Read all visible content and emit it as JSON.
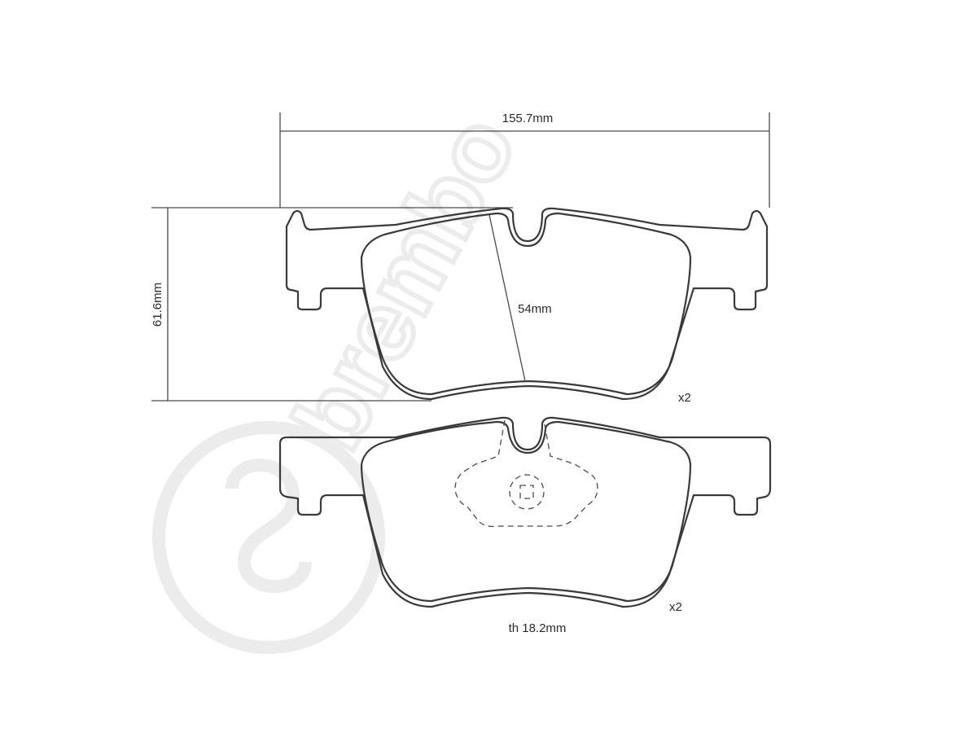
{
  "dimensions": {
    "width_label": "155.7mm",
    "height_label": "61.6mm",
    "inner_label": "54mm",
    "thickness_label": "th 18.2mm"
  },
  "quantities": {
    "top_pad_qty": "x2",
    "bottom_pad_qty": "x2"
  },
  "watermark": {
    "brand": "brembo"
  },
  "colors": {
    "stroke": "#3a3a3a",
    "background": "#ffffff",
    "watermark": "#ececec"
  }
}
